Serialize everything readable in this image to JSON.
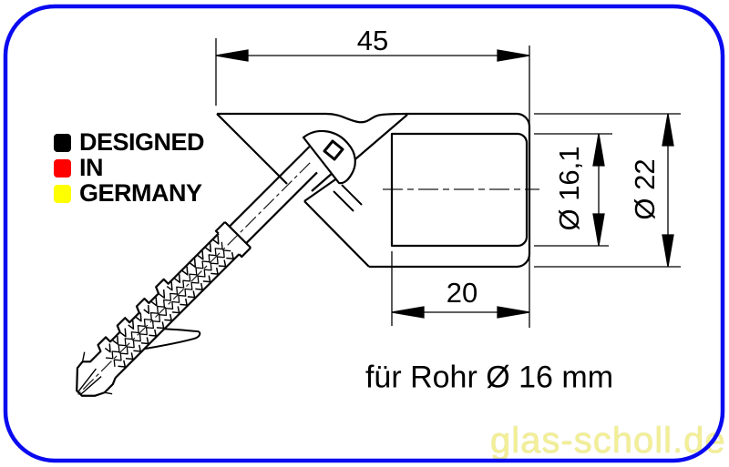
{
  "page": {
    "background": "#ffffff",
    "border_color": "#0a0af0"
  },
  "dimensions": {
    "overall_length": "45",
    "insertion_depth": "20",
    "inner_diameter": "Ø 16,1",
    "outer_diameter": "Ø 22"
  },
  "caption": "für Rohr Ø 16 mm",
  "made_in": {
    "items": [
      {
        "label": "DESIGNED",
        "color": "#000000"
      },
      {
        "label": "IN",
        "color": "#ff0000"
      },
      {
        "label": "GERMANY",
        "color": "#ffff00"
      }
    ]
  },
  "watermark": {
    "text": "glas-scholl.de",
    "color": "#f2ef96"
  }
}
